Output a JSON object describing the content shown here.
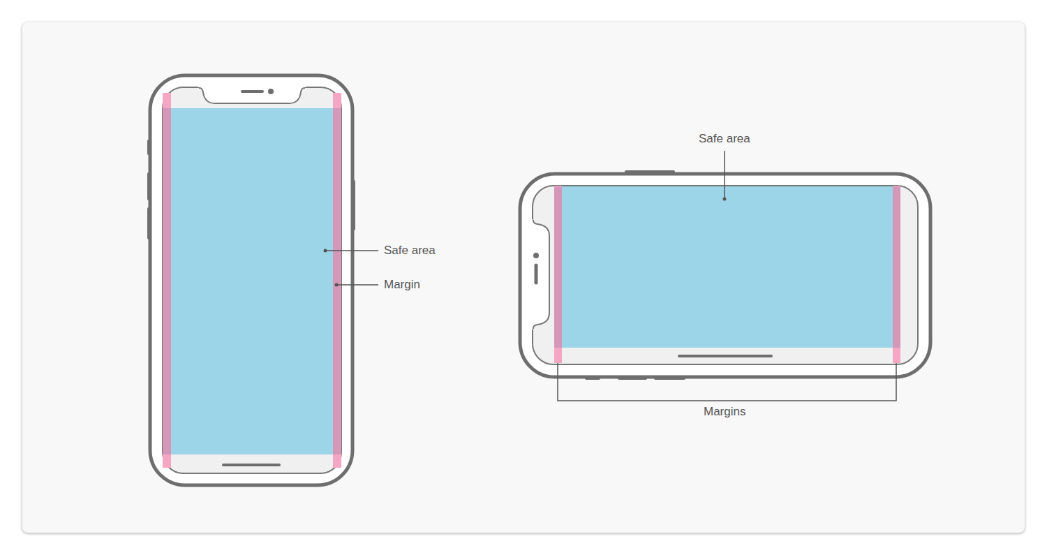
{
  "diagram": {
    "labels": [
      "Safe area",
      "Margin",
      "Safe area",
      "Margins"
    ]
  }
}
